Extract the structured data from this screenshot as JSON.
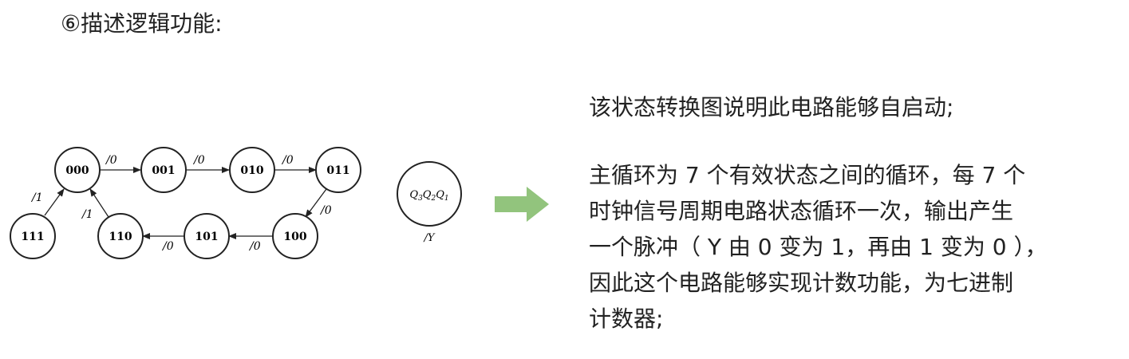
{
  "heading": "⑥描述逻辑功能:",
  "state_diagram": {
    "states": [
      "000",
      "001",
      "010",
      "011",
      "100",
      "101",
      "110",
      "111"
    ],
    "transitions": [
      {
        "from": "000",
        "to": "001",
        "label": "/0"
      },
      {
        "from": "001",
        "to": "010",
        "label": "/0"
      },
      {
        "from": "010",
        "to": "011",
        "label": "/0"
      },
      {
        "from": "011",
        "to": "100",
        "label": "/0"
      },
      {
        "from": "100",
        "to": "101",
        "label": "/0"
      },
      {
        "from": "101",
        "to": "110",
        "label": "/0"
      },
      {
        "from": "110",
        "to": "000",
        "label": "/1"
      },
      {
        "from": "111",
        "to": "000",
        "label": "/1"
      }
    ],
    "legend": {
      "state_vars": [
        "Q",
        "3",
        "Q",
        "2",
        "Q",
        "1"
      ],
      "output": "/Y"
    }
  },
  "arrow_color": "#92c47d",
  "description": {
    "p1": "该状态转换图说明此电路能够自启动;",
    "p2_line1": "主循环为 7 个有效状态之间的循环，每 7 个",
    "p2_line2": "时钟信号周期电路状态循环一次，输出产生",
    "p2_line3": "一个脉冲（ Y 由 0 变为 1，再由 1 变为 0 ），",
    "p2_line4": "因此这个电路能够实现计数功能，为七进制",
    "p2_line5": "计数器;"
  }
}
